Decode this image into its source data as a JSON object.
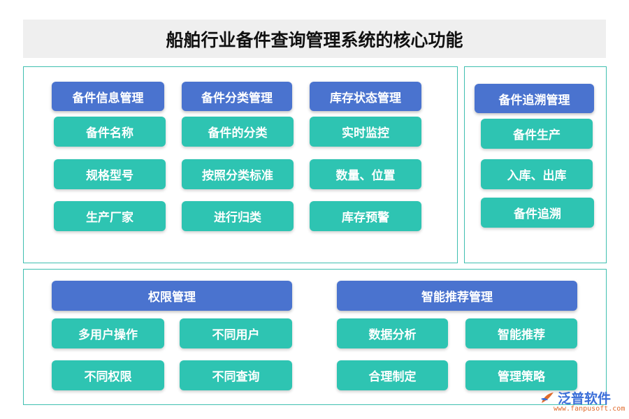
{
  "title": "船舶行业备件查询管理系统的核心功能",
  "colors": {
    "header": "#4a73cf",
    "item": "#2ec4b2",
    "border": "#3fbfb0",
    "title_bg": "#efefef"
  },
  "groups": {
    "info": {
      "header": "备件信息管理",
      "items": [
        "备件名称",
        "规格型号",
        "生产厂家"
      ]
    },
    "class": {
      "header": "备件分类管理",
      "items": [
        "备件的分类",
        "按照分类标准",
        "进行归类"
      ]
    },
    "stock": {
      "header": "库存状态管理",
      "items": [
        "实时监控",
        "数量、位置",
        "库存预警"
      ]
    },
    "trace": {
      "header": "备件追溯管理",
      "items": [
        "备件生产",
        "入库、出库",
        "备件追溯"
      ]
    },
    "perm": {
      "header": "权限管理",
      "items": [
        "多用户操作",
        "不同用户",
        "不同权限",
        "不同查询"
      ]
    },
    "smart": {
      "header": "智能推荐管理",
      "items": [
        "数据分析",
        "智能推荐",
        "合理制定",
        "管理策略"
      ]
    }
  },
  "watermark": {
    "name": "泛普软件",
    "url": "www.fanpusoft.com",
    "icon": "fanpu-logo-icon"
  }
}
